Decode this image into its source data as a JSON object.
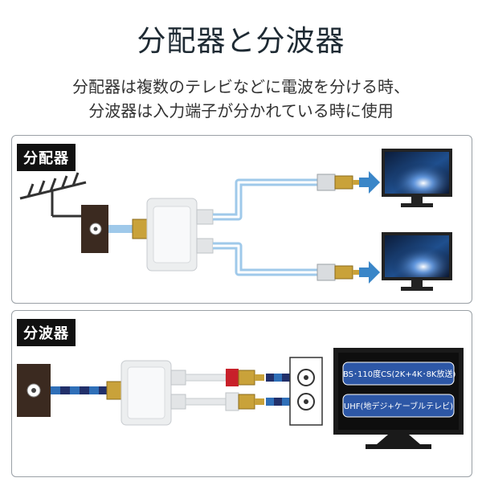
{
  "title": "分配器と分波器",
  "subtitle_line1": "分配器は複数のテレビなどに電波を分ける時、",
  "subtitle_line2": "分波器は入力端子が分かれている時に使用",
  "distributor": {
    "label": "分配器"
  },
  "demultiplexer": {
    "label": "分波器"
  },
  "tv": {
    "line1": "BS･110度CS(2K+4K･8K放送)",
    "line2": "UHF(地デジ+ケーブルテレビ)"
  },
  "colors": {
    "blue_arrow": "#3a86c8",
    "cable_light": "#9fc9ea",
    "dark_navy": "#22306a",
    "red_plug": "#c8202a",
    "gold": "#c9a23a"
  }
}
